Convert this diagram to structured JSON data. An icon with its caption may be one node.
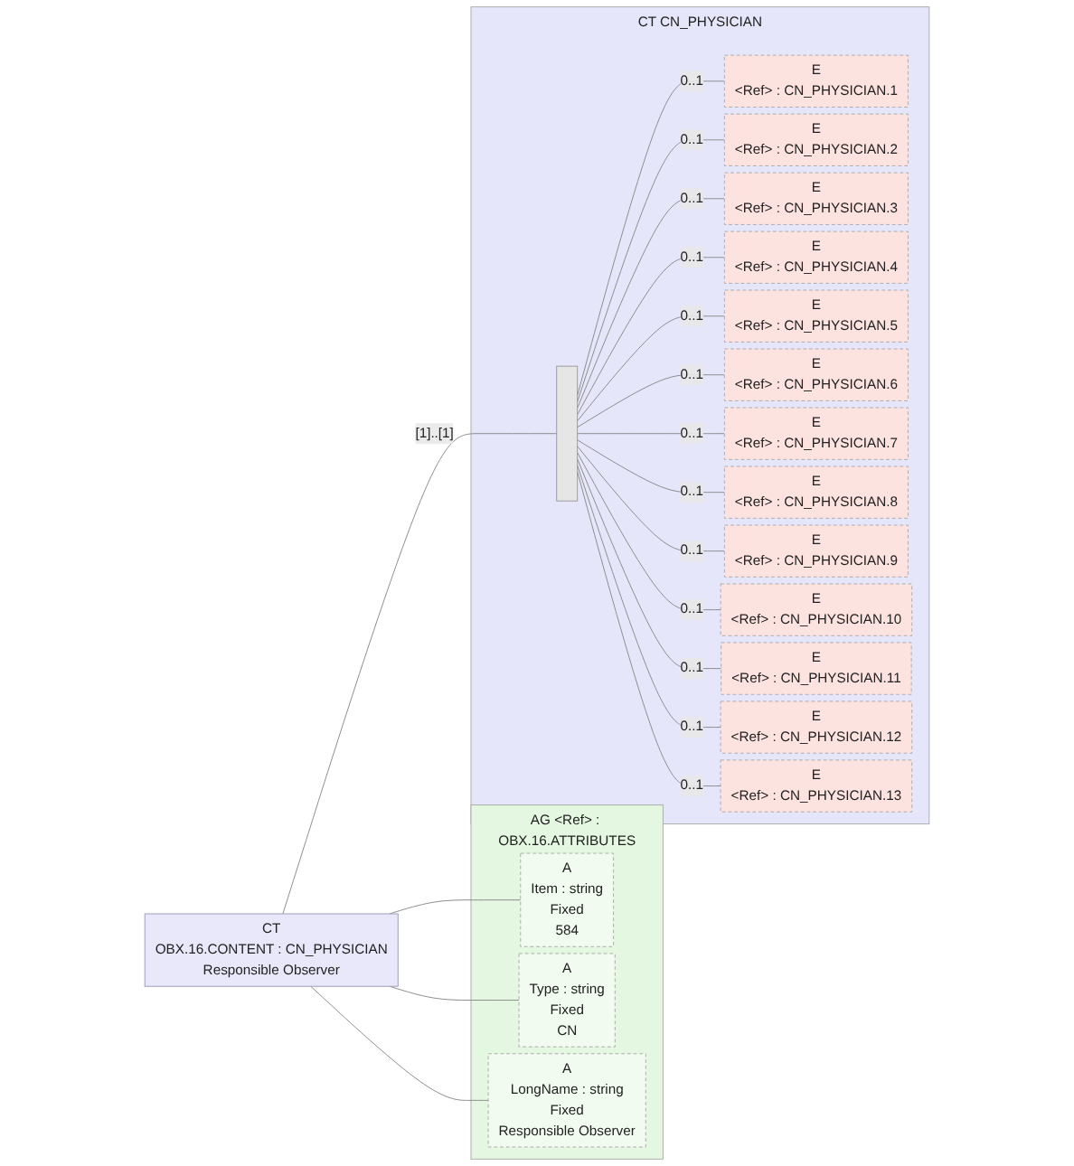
{
  "diagram": {
    "nodes": [
      {
        "text": [
          "CT",
          "OBX.16.CONTENT : CN_PHYSICIAN",
          "Responsible Observer"
        ]
      },
      {
        "text": [
          "AG",
          "<Ref> : OBX.16.ATTRIBUTES"
        ]
      },
      {
        "text": [
          "A",
          "Item : string",
          "Fixed",
          "584"
        ],
        "in": 1
      },
      {
        "text": [
          "A",
          "Type : string",
          "Fixed",
          "CN"
        ],
        "in": 1
      },
      {
        "text": [
          "A",
          "LongName : string",
          "Fixed",
          "Responsible Observer"
        ],
        "in": 1
      },
      {
        "text": [
          "CT",
          "CN_PHYSICIAN"
        ]
      },
      {
        "text": [],
        "shape": "bar",
        "in": 5
      },
      {
        "text": [
          "E",
          "<Ref> : CN_PHYSICIAN.1"
        ],
        "in": 5
      },
      {
        "text": [
          "E",
          "<Ref> : CN_PHYSICIAN.2"
        ],
        "in": 5
      },
      {
        "text": [
          "E",
          "<Ref> : CN_PHYSICIAN.3"
        ],
        "in": 5
      },
      {
        "text": [
          "E",
          "<Ref> : CN_PHYSICIAN.4"
        ],
        "in": 5
      },
      {
        "text": [
          "E",
          "<Ref> : CN_PHYSICIAN.5"
        ],
        "in": 5
      },
      {
        "text": [
          "E",
          "<Ref> : CN_PHYSICIAN.6"
        ],
        "in": 5
      },
      {
        "text": [
          "E",
          "<Ref> : CN_PHYSICIAN.7"
        ],
        "in": 5
      },
      {
        "text": [
          "E",
          "<Ref> : CN_PHYSICIAN.8"
        ],
        "in": 5
      },
      {
        "text": [
          "E",
          "<Ref> : CN_PHYSICIAN.9"
        ],
        "in": 5
      },
      {
        "text": [
          "E",
          "<Ref> : CN_PHYSICIAN.10"
        ],
        "in": 5
      },
      {
        "text": [
          "E",
          "<Ref> : CN_PHYSICIAN.11"
        ],
        "in": 5
      },
      {
        "text": [
          "E",
          "<Ref> : CN_PHYSICIAN.12"
        ],
        "in": 5
      },
      {
        "text": [
          "E",
          "<Ref> : CN_PHYSICIAN.13"
        ],
        "in": 5
      }
    ],
    "edges": [
      {
        "from": 0,
        "to": 2,
        "arrow": "none"
      },
      {
        "from": 0,
        "to": 3,
        "arrow": "none"
      },
      {
        "from": 0,
        "to": 4,
        "arrow": "none"
      },
      {
        "from": 0,
        "to": 6,
        "arrow": "none",
        "label": "[1]..[1]"
      },
      {
        "from": 6,
        "to": 7,
        "arrow": "none",
        "label": "0..1"
      },
      {
        "from": 6,
        "to": 8,
        "arrow": "none",
        "label": "0..1"
      },
      {
        "from": 6,
        "to": 9,
        "arrow": "none",
        "label": "0..1"
      },
      {
        "from": 6,
        "to": 10,
        "arrow": "none",
        "label": "0..1"
      },
      {
        "from": 6,
        "to": 11,
        "arrow": "none",
        "label": "0..1"
      },
      {
        "from": 6,
        "to": 12,
        "arrow": "none",
        "label": "0..1"
      },
      {
        "from": 6,
        "to": 13,
        "arrow": "none",
        "label": "0..1"
      },
      {
        "from": 6,
        "to": 14,
        "arrow": "none",
        "label": "0..1"
      },
      {
        "from": 6,
        "to": 15,
        "arrow": "none",
        "label": "0..1"
      },
      {
        "from": 6,
        "to": 16,
        "arrow": "none",
        "label": "0..1"
      },
      {
        "from": 6,
        "to": 17,
        "arrow": "none",
        "label": "0..1"
      },
      {
        "from": 6,
        "to": 18,
        "arrow": "none",
        "label": "0..1"
      },
      {
        "from": 6,
        "to": 19,
        "arrow": "none",
        "label": "0..1"
      }
    ]
  }
}
